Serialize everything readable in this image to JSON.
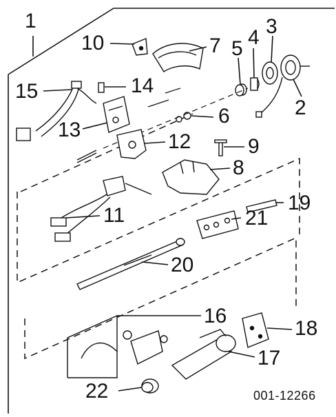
{
  "diagram": {
    "figure_id": "001-12266",
    "callouts": [
      {
        "id": "1",
        "label": "1"
      },
      {
        "id": "2",
        "label": "2"
      },
      {
        "id": "3",
        "label": "3"
      },
      {
        "id": "4",
        "label": "4"
      },
      {
        "id": "5",
        "label": "5"
      },
      {
        "id": "6",
        "label": "6"
      },
      {
        "id": "7",
        "label": "7"
      },
      {
        "id": "8",
        "label": "8"
      },
      {
        "id": "9",
        "label": "9"
      },
      {
        "id": "10",
        "label": "10"
      },
      {
        "id": "11",
        "label": "11"
      },
      {
        "id": "12",
        "label": "12"
      },
      {
        "id": "13",
        "label": "13"
      },
      {
        "id": "14",
        "label": "14"
      },
      {
        "id": "15",
        "label": "15"
      },
      {
        "id": "16",
        "label": "16"
      },
      {
        "id": "17",
        "label": "17"
      },
      {
        "id": "18",
        "label": "18"
      },
      {
        "id": "19",
        "label": "19"
      },
      {
        "id": "20",
        "label": "20"
      },
      {
        "id": "21",
        "label": "21"
      },
      {
        "id": "22",
        "label": "22"
      }
    ]
  }
}
